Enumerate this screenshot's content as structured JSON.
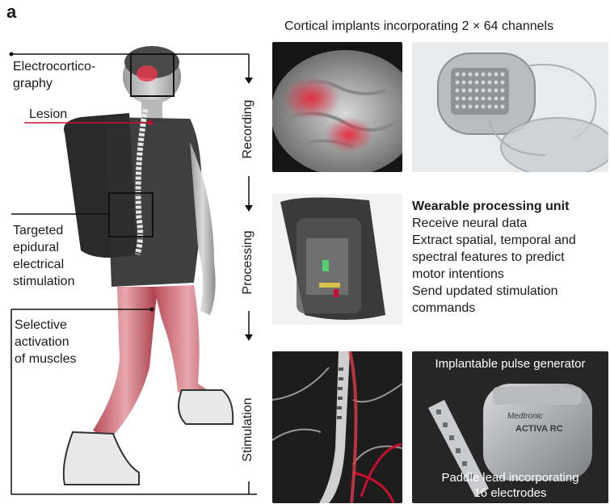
{
  "panel_letter": "a",
  "header": "Cortical implants incorporating 2 × 64 channels",
  "left_labels": {
    "ecog": [
      "Electrocortico-",
      "graphy"
    ],
    "lesion": "Lesion",
    "stimulation": [
      "Targeted",
      "epidural",
      "electrical",
      "stimulation"
    ],
    "muscles": [
      "Selective",
      "activation",
      "of muscles"
    ]
  },
  "stages": [
    "Recording",
    "Processing",
    "Stimulation"
  ],
  "wpu": {
    "title": "Wearable processing unit",
    "lines": [
      "Receive neural data",
      "Extract spatial, temporal and",
      "spectral features to predict",
      "motor intentions",
      "Send updated stimulation",
      "commands"
    ]
  },
  "ipg_caption": "Implantable pulse generator",
  "paddle_caption": [
    "Paddle lead incorporating",
    "16 electrodes"
  ],
  "device_brand": [
    "Medtronic",
    "ACTIVA RC"
  ],
  "colors": {
    "accent_red": "#c8102e",
    "photo_dark": "#1c1c1c",
    "photo_light": "#e6e6e6"
  }
}
